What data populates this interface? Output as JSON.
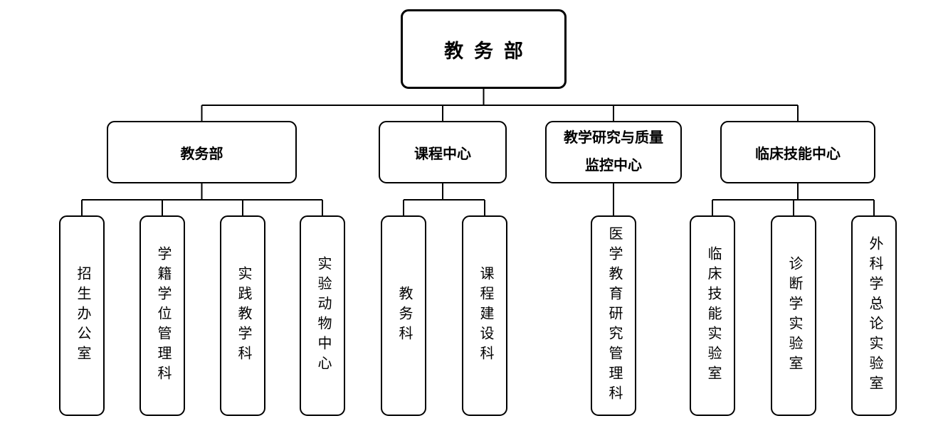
{
  "colors": {
    "background": "#ffffff",
    "line": "#000000",
    "text": "#000000"
  },
  "org_chart": {
    "root": {
      "label": "教务部"
    },
    "departments": [
      {
        "label": "教务部",
        "sections": [
          {
            "label": "招生办公室"
          },
          {
            "label": "学籍学位管理科"
          },
          {
            "label": "实践教学科"
          },
          {
            "label": "实验动物中心"
          }
        ]
      },
      {
        "label": "课程中心",
        "sections": [
          {
            "label": "教务科"
          },
          {
            "label": "课程建设科"
          }
        ]
      },
      {
        "label": "教学研究与质量监控中心",
        "label_lines": [
          "教学研究与质量",
          "监控中心"
        ],
        "sections": [
          {
            "label": "医学教育研究管理科"
          }
        ]
      },
      {
        "label": "临床技能中心",
        "sections": [
          {
            "label": "临床技能实验室"
          },
          {
            "label": "诊断学实验室"
          },
          {
            "label": "外科学总论实验室"
          }
        ]
      }
    ]
  }
}
